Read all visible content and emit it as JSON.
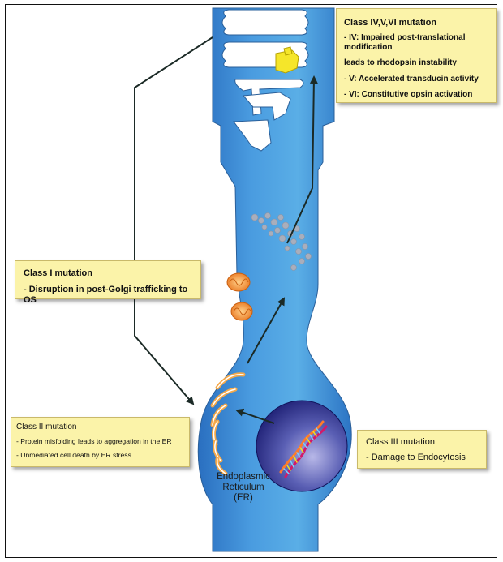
{
  "notes": {
    "class_iv_vi": {
      "title": "Class IV,V,VI mutation",
      "lines": [
        "- IV: Impaired post-translational modification",
        "leads to rhodopsin instability",
        "- V: Accelerated transducin activity",
        "- VI: Constitutive opsin activation"
      ]
    },
    "class_i": {
      "title": "Class I mutation",
      "lines": [
        "- Disruption in post-Golgi trafficking to OS"
      ]
    },
    "class_ii": {
      "title": "Class II mutation",
      "lines": [
        "- Protein misfolding leads to aggregation in the ER",
        "- Unmediated cell death by ER stress"
      ]
    },
    "class_iii": {
      "title": "Class III mutation",
      "lines": [
        "- Damage to Endocytosis"
      ]
    }
  },
  "labels": {
    "er_line1": "Endoplasmic Reticulum",
    "er_line2": "(ER)"
  },
  "colors": {
    "cell_blue": "#3a8cd6",
    "note_yellow": "#fbf3a9",
    "nucleus": "#1e1f7a",
    "mitochondria": "#f08a24",
    "er_membrane": "#f5a94a",
    "arrow": "#1b2a26"
  }
}
